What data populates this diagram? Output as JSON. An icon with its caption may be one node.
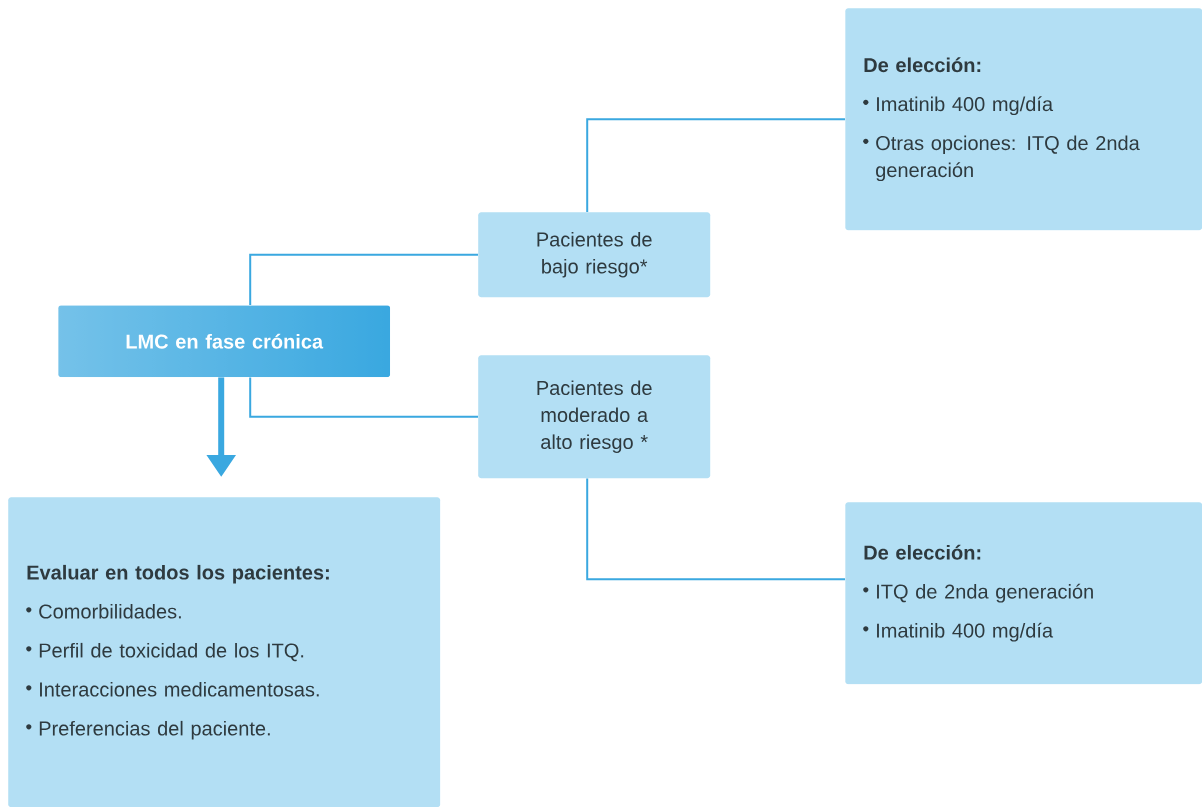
{
  "diagram": {
    "nodes": [
      {
        "text": [
          "LMC en fase crónica"
        ]
      },
      {
        "text": [
          "Pacientes de bajo riesgo*"
        ]
      },
      {
        "text": [
          "Pacientes de moderado a alto riesgo *"
        ]
      },
      {
        "text": [
          "De elección:",
          "Imatinib 400 mg/día",
          "Otras opciones: ITQ de 2nda generación"
        ]
      },
      {
        "text": [
          "De elección:",
          "ITQ de 2nda generación",
          "Imatinib 400 mg/día"
        ]
      },
      {
        "text": [
          "Evaluar en todos los pacientes:",
          "Comorbilidades.",
          "Perfil de toxicidad de los ITQ.",
          "Interacciones medicamentosas.",
          "Preferencias del paciente."
        ]
      }
    ],
    "edges": [
      {
        "from": 0,
        "to": 1,
        "arrow": "none"
      },
      {
        "from": 0,
        "to": 2,
        "arrow": "none"
      },
      {
        "from": 1,
        "to": 3,
        "arrow": "none"
      },
      {
        "from": 2,
        "to": 4,
        "arrow": "none"
      },
      {
        "from": 0,
        "to": 5,
        "arrow": "to",
        "style": "thick"
      }
    ]
  }
}
